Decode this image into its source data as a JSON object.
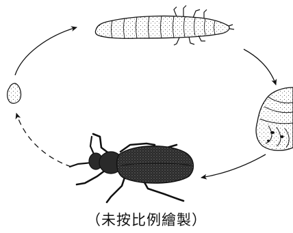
{
  "caption": "（未按比例繪製）",
  "stages": [
    {
      "name": "egg",
      "icon": "egg-icon"
    },
    {
      "name": "larva",
      "icon": "larva-icon"
    },
    {
      "name": "pupa",
      "icon": "pupa-icon"
    },
    {
      "name": "adult",
      "icon": "beetle-icon"
    }
  ],
  "arrows": [
    {
      "from": "egg",
      "to": "larva",
      "style": "solid"
    },
    {
      "from": "larva",
      "to": "pupa",
      "style": "solid"
    },
    {
      "from": "pupa",
      "to": "adult",
      "style": "solid"
    },
    {
      "from": "adult",
      "to": "egg",
      "style": "dashed"
    }
  ],
  "colors": {
    "ink": "#111111",
    "body_fill": "#2a2a2a",
    "paper": "#ffffff"
  }
}
